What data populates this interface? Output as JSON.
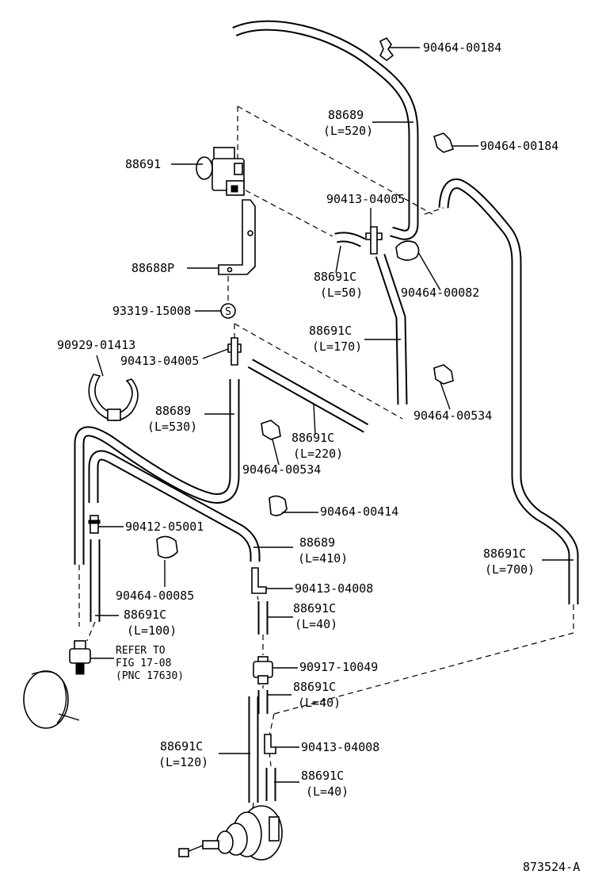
{
  "labels": {
    "clip_90464_00184_a": "90464-00184",
    "hose_88689_520": "88689",
    "hose_88689_520_len": "(L=520)",
    "clip_90464_00184_b": "90464-00184",
    "valve_88691": "88691",
    "joint_90413_04005_a": "90413-04005",
    "bracket_88688p": "88688P",
    "hose_88691c_50": "88691C",
    "hose_88691c_50_len": "(L=50)",
    "clip_90464_00082": "90464-00082",
    "screw_93319_15008": "93319-15008",
    "hose_88691c_170": "88691C",
    "hose_88691c_170_len": "(L=170)",
    "clamp_90929_01413": "90929-01413",
    "joint_90413_04005_b": "90413-04005",
    "hose_88689_530": "88689",
    "hose_88689_530_len": "(L=530)",
    "clip_90464_00534_a": "90464-00534",
    "hose_88691c_220": "88691C",
    "hose_88691c_220_len": "(L=220)",
    "clip_90464_00534_b": "90464-00534",
    "clip_90464_00414": "90464-00414",
    "joint_90412_05001": "90412-05001",
    "hose_88689_410": "88689",
    "hose_88689_410_len": "(L=410)",
    "clip_90464_00085": "90464-00085",
    "hose_88691c_700": "88691C",
    "hose_88691c_700_len": "(L=700)",
    "joint_90413_04008_a": "90413-04008",
    "hose_88691c_100": "88691C",
    "hose_88691c_100_len": "(L=100)",
    "hose_88691c_40_a": "88691C",
    "hose_88691c_40_a_len": "(L=40)",
    "refer_line1": "REFER TO",
    "refer_line2": "FIG 17-08",
    "refer_line3": "(PNC 17630)",
    "filter_90917_10049": "90917-10049",
    "hose_88691c_40_b": "88691C",
    "hose_88691c_40_b_len": "(L=40)",
    "hose_88691c_120": "88691C",
    "hose_88691c_120_len": "(L=120)",
    "joint_90413_04008_b": "90413-04008",
    "hose_88691c_40_c": "88691C",
    "hose_88691c_40_c_len": "(L=40)",
    "screw_symbol": "S",
    "figure_number": "873524-A"
  }
}
